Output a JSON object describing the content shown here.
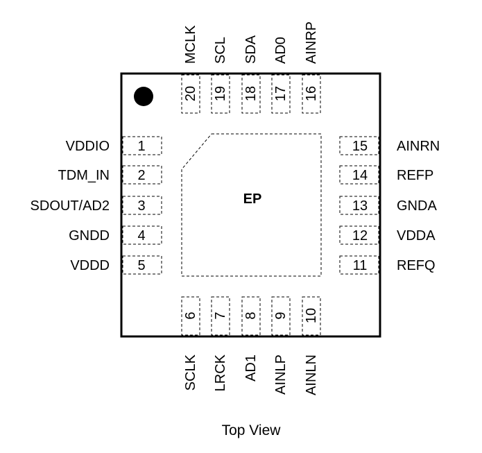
{
  "package": {
    "exposed_pad_label": "EP",
    "caption": "Top View"
  },
  "pins": [
    {
      "num": "1",
      "name": "VDDIO"
    },
    {
      "num": "2",
      "name": "TDM_IN"
    },
    {
      "num": "3",
      "name": "SDOUT/AD2"
    },
    {
      "num": "4",
      "name": "GNDD"
    },
    {
      "num": "5",
      "name": "VDDD"
    },
    {
      "num": "6",
      "name": "SCLK"
    },
    {
      "num": "7",
      "name": "LRCK"
    },
    {
      "num": "8",
      "name": "AD1"
    },
    {
      "num": "9",
      "name": "AINLP"
    },
    {
      "num": "10",
      "name": "AINLN"
    },
    {
      "num": "11",
      "name": "REFQ"
    },
    {
      "num": "12",
      "name": "VDDA"
    },
    {
      "num": "13",
      "name": "GNDA"
    },
    {
      "num": "14",
      "name": "REFP"
    },
    {
      "num": "15",
      "name": "AINRN"
    },
    {
      "num": "16",
      "name": "AINRP"
    },
    {
      "num": "17",
      "name": "AD0"
    },
    {
      "num": "18",
      "name": "SDA"
    },
    {
      "num": "19",
      "name": "SCL"
    },
    {
      "num": "20",
      "name": "MCLK"
    }
  ]
}
